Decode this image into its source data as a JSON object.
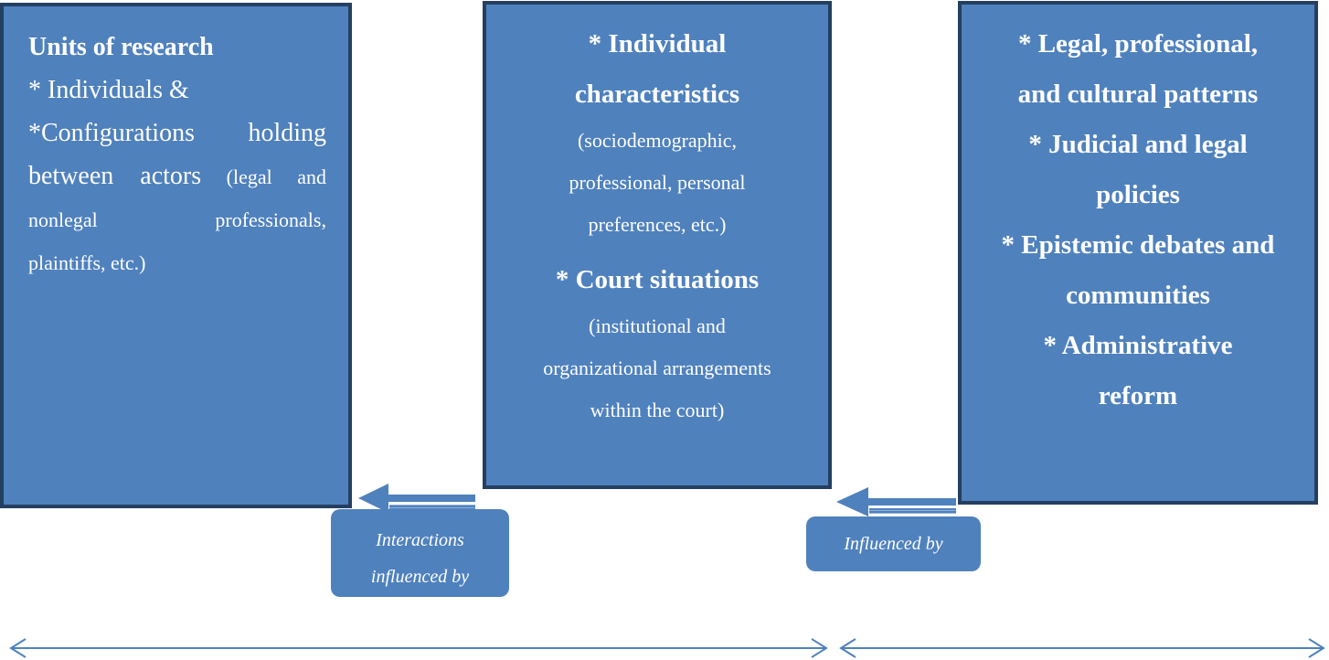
{
  "left_box": {
    "title": "Units of research",
    "line1": "* Individuals &",
    "line2": "*Configurations holding",
    "line3_large": "between actors",
    "line3_small": " (legal and",
    "line4": "nonlegal professionals,",
    "line5": "plaintiffs, etc.)"
  },
  "middle_box": {
    "heading1_line1": "* Individual",
    "heading1_line2": "characteristics",
    "detail1_line1": "(sociodemographic,",
    "detail1_line2": "professional, personal",
    "detail1_line3": "preferences, etc.)",
    "heading2": "* Court situations",
    "detail2_line1": "(institutional and",
    "detail2_line2": "organizational arrangements",
    "detail2_line3": "within the court)"
  },
  "right_box": {
    "line1": "* Legal, professional,",
    "line2": "and cultural patterns",
    "line3": "* Judicial and legal",
    "line4": "policies",
    "line5": "* Epistemic debates and",
    "line6": "communities",
    "line7": "* Administrative",
    "line8": "reform"
  },
  "labels": {
    "interactions_line1": "Interactions",
    "interactions_line2": "influenced by",
    "influenced": "Influenced by"
  },
  "colors": {
    "box_fill": "#4f81bd",
    "box_border": "#243f60",
    "arrow": "#4f81bd"
  }
}
